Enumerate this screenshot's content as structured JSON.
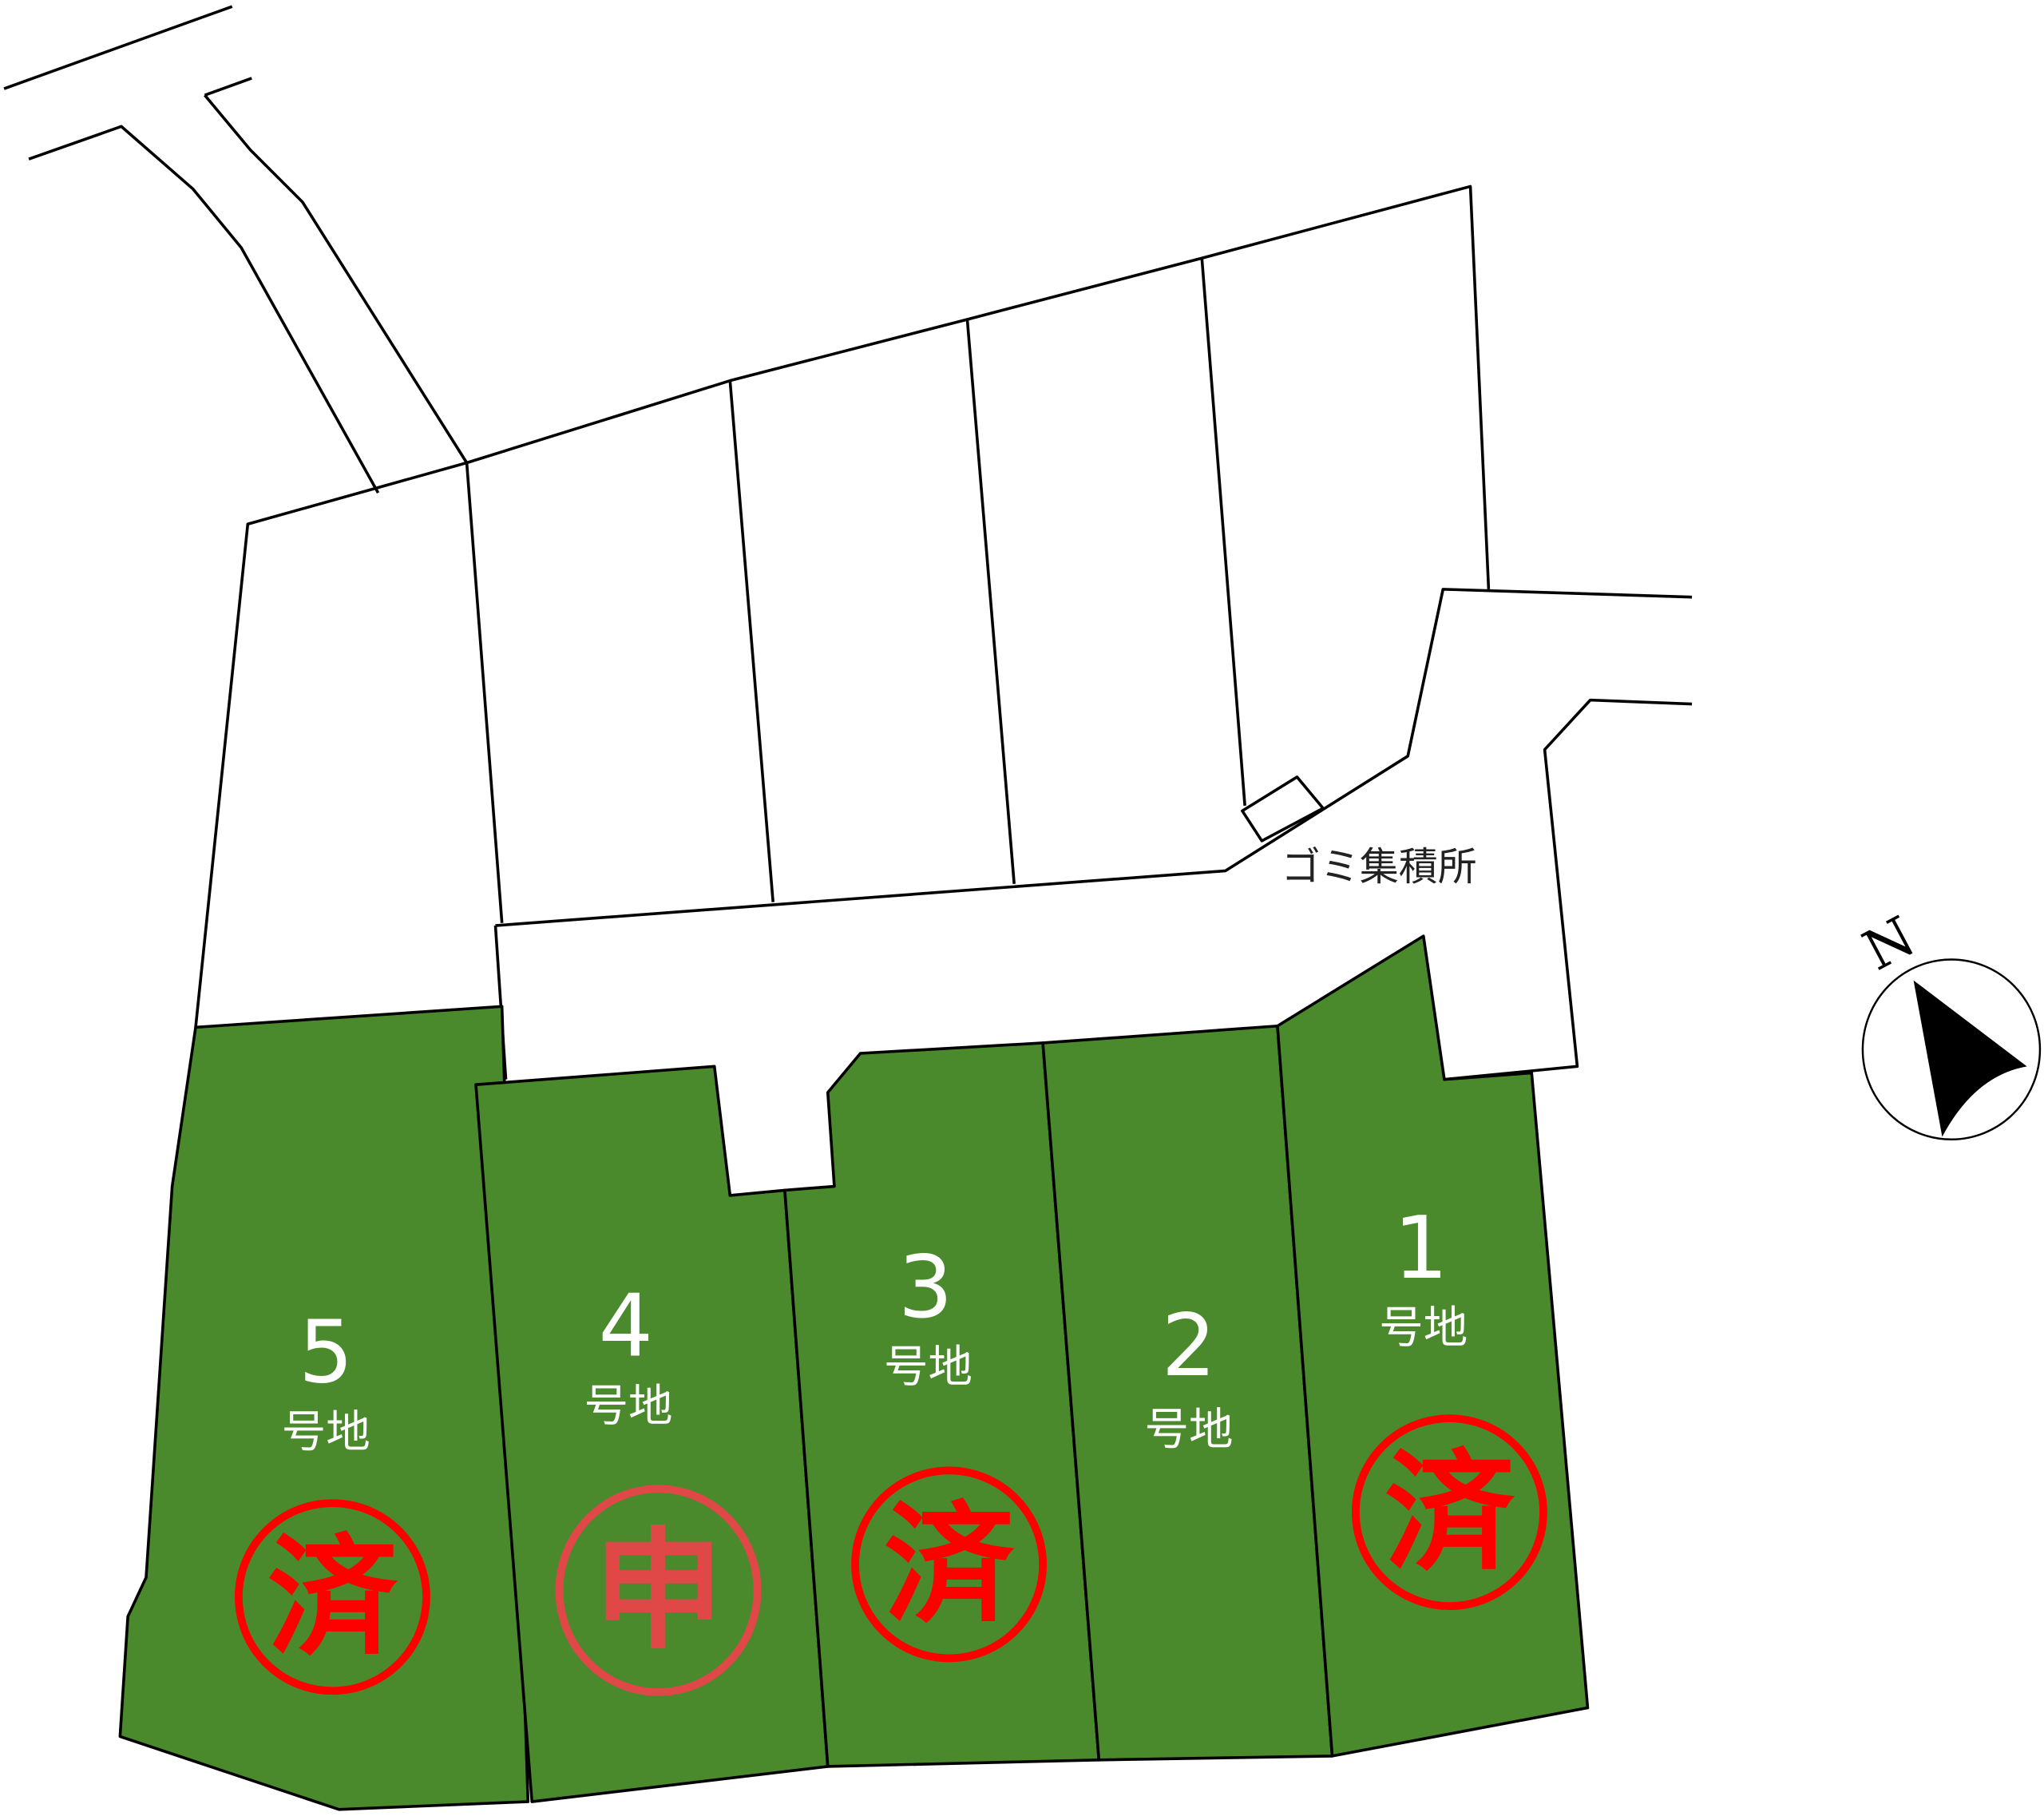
{
  "title": "区画図",
  "colors": {
    "sold_lot": "#4a8a2c",
    "stamp_sold": "#ff0000",
    "stamp_pending": "#e04848"
  },
  "facility_label": "ゴミ集積所",
  "compass": {
    "label": "N",
    "icon": "north-arrow-icon"
  },
  "lots": [
    {
      "number": "5",
      "suffix": "号地",
      "stamp": "済"
    },
    {
      "number": "4",
      "suffix": "号地",
      "stamp": "申"
    },
    {
      "number": "3",
      "suffix": "号地",
      "stamp": "済"
    },
    {
      "number": "2",
      "suffix": "号地",
      "stamp": ""
    },
    {
      "number": "1",
      "suffix": "号地",
      "stamp": "済"
    }
  ]
}
